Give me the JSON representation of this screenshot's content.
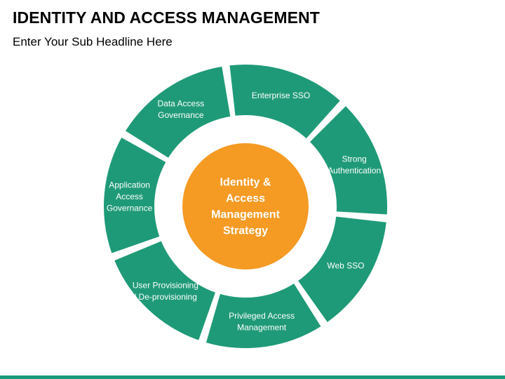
{
  "header": {
    "title": "IDENTITY AND ACCESS MANAGEMENT",
    "subtitle": "Enter Your Sub Headline Here"
  },
  "colors": {
    "segment": "#1f9a78",
    "center": "#f59a23",
    "text_light": "#ffffff"
  },
  "diagram": {
    "center_lines": [
      "Identity &",
      "Access",
      "Management",
      "Strategy"
    ],
    "segments": [
      {
        "lines": [
          "Enterprise SSO"
        ]
      },
      {
        "lines": [
          "Strong",
          "Authentication"
        ]
      },
      {
        "lines": [
          "Web SSO"
        ]
      },
      {
        "lines": [
          "Privileged Access",
          "Management"
        ]
      },
      {
        "lines": [
          "User Provisioning",
          "/ De-provisioning"
        ]
      },
      {
        "lines": [
          "Application",
          "Access",
          "Governance"
        ]
      },
      {
        "lines": [
          "Data Access",
          "Governance"
        ]
      }
    ]
  }
}
